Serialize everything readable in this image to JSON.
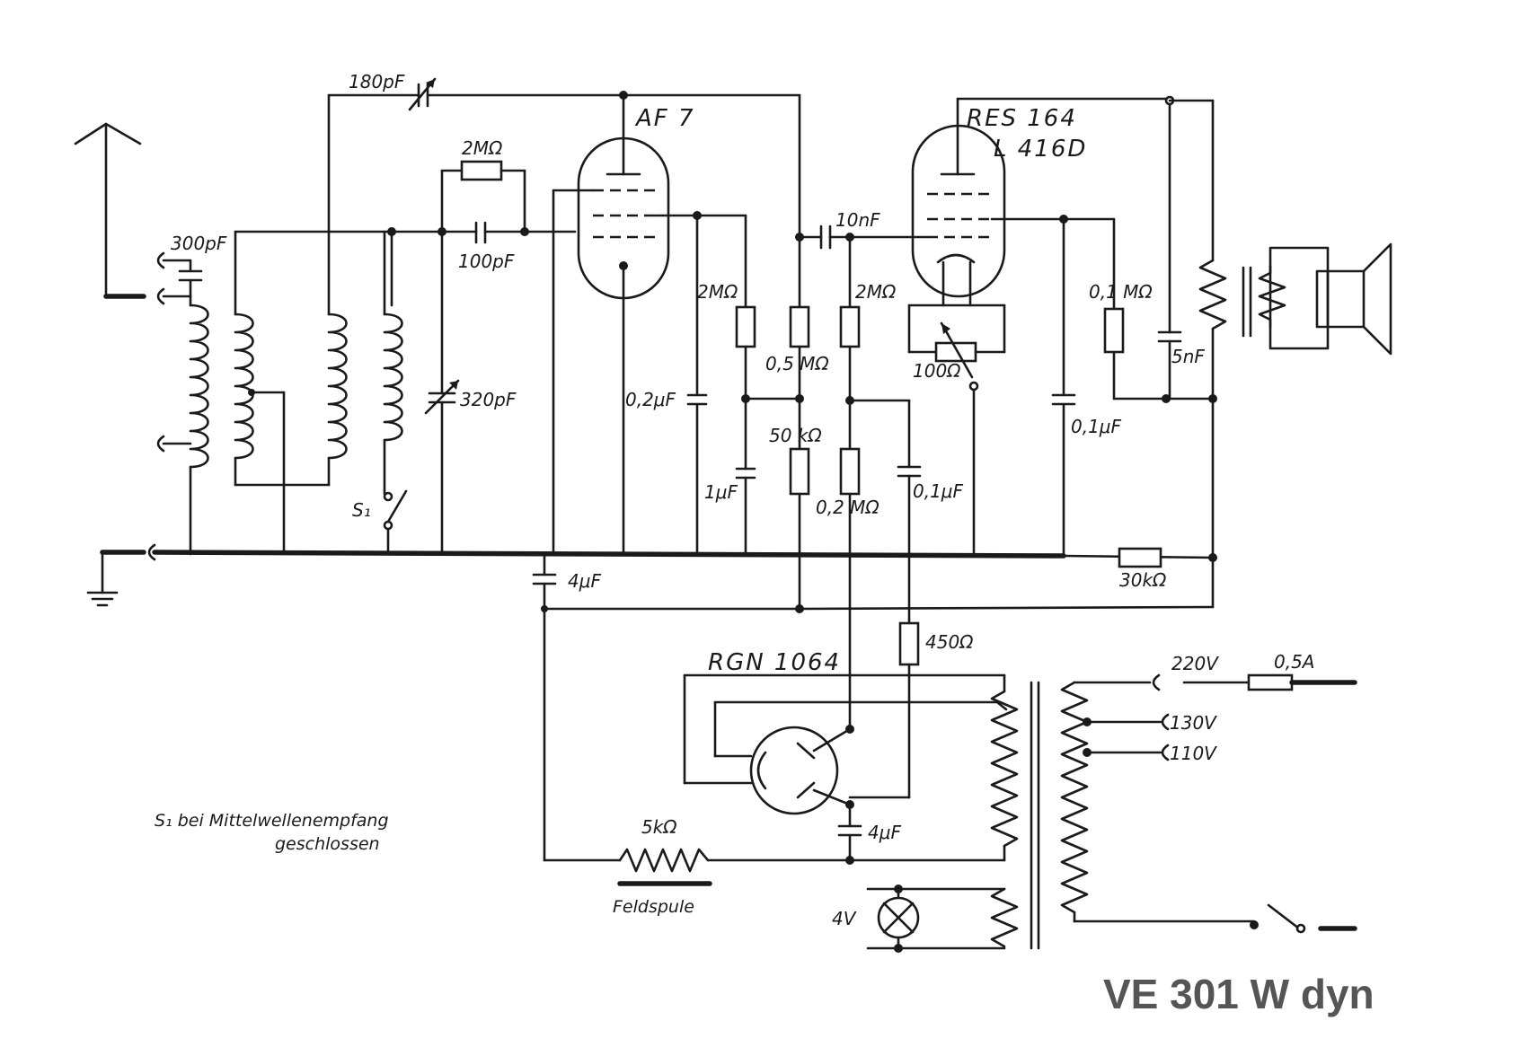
{
  "model_title": "VE 301 W dyn",
  "note": {
    "line1": "S₁ bei Mittelwellenempfang",
    "line2": "geschlossen"
  },
  "tubes": {
    "af7": "AF 7",
    "res164": "RES 164",
    "l416d": "L 416D",
    "rgn1064": "RGN 1064"
  },
  "components": {
    "c_180pF": "180pF",
    "c_300pF": "300pF",
    "r_2MO_grid": "2MΩ",
    "c_100pF": "100pF",
    "c_320pF": "320pF",
    "switch_s1": "S₁",
    "c_10nF": "10nF",
    "r_2MO_a": "2MΩ",
    "r_2MO_b": "2MΩ",
    "r_0_5MO": "0,5 MΩ",
    "c_0_2uF": "0,2μF",
    "r_50kO": "50 kΩ",
    "c_1uF": "1μF",
    "r_0_2MO": "0,2 MΩ",
    "c_0_1uF_a": "0,1μF",
    "r_100O": "100Ω",
    "r_0_1MO": "0,1 MΩ",
    "c_5nF": "5nF",
    "c_0_1uF_b": "0,1μF",
    "r_30kO": "30kΩ",
    "c_4uF_a": "4μF",
    "r_450O": "450Ω",
    "c_4uF_b": "4μF",
    "r_5kO": "5kΩ",
    "field_coil": "Feldspule",
    "lamp_4V": "4V",
    "tap_220V": "220V",
    "tap_130V": "130V",
    "tap_110V": "110V",
    "fuse_0_5A": "0,5A"
  },
  "ink_color": "#1a1a1a",
  "title_color": "#555555"
}
